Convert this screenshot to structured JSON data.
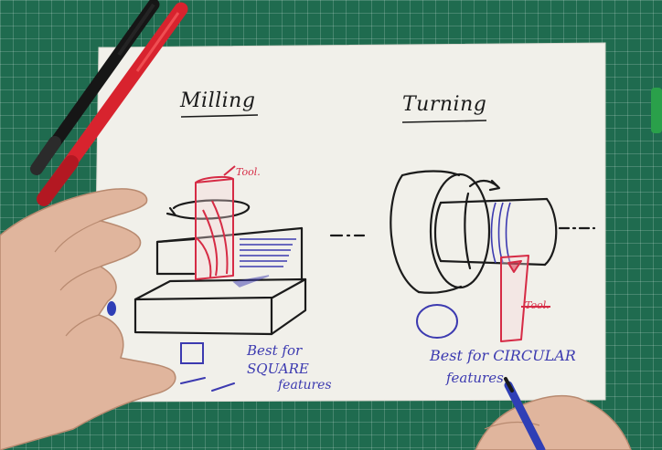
{
  "headings": {
    "milling": "Milling",
    "turning": "Turning"
  },
  "labels": {
    "tool_left": "Tool.",
    "tool_right": "Tool."
  },
  "notes": {
    "milling_line1": "Best for",
    "milling_line2": "SQUARE",
    "milling_line3": "features",
    "turning_line1": "Best for CIRCULAR",
    "turning_line2": "features"
  },
  "colors": {
    "cutting_mat": "#1f6b4f",
    "paper": "#f1f0ea",
    "ink_black": "#1b1b1b",
    "ink_red": "#d62b45",
    "ink_blue": "#3c3ab0"
  }
}
